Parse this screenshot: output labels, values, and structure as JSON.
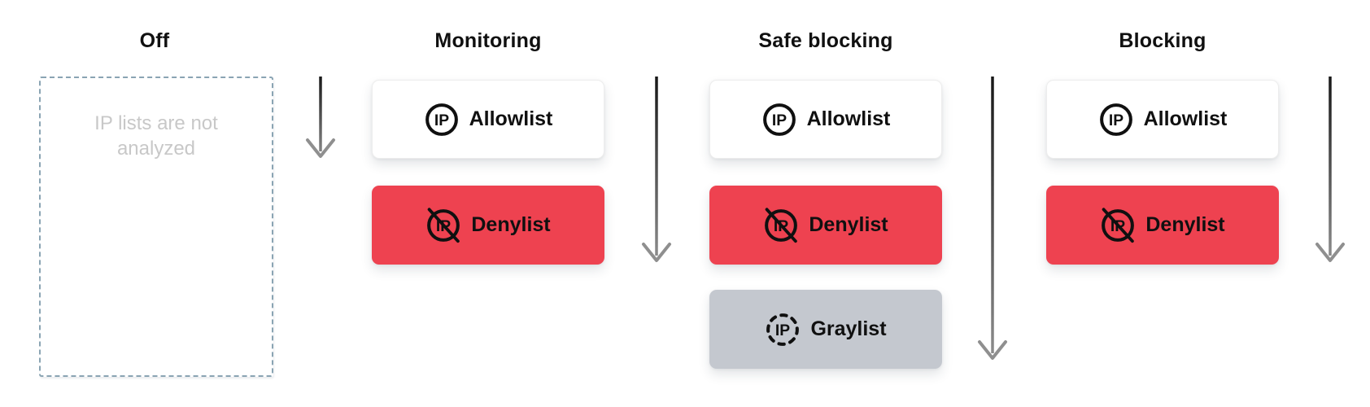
{
  "diagram": {
    "icon_glyph": "IP",
    "columns": [
      {
        "title": "Off",
        "placeholder_line1": "IP lists are not",
        "placeholder_line2": "analyzed",
        "cards": []
      },
      {
        "title": "Monitoring",
        "cards": [
          {
            "label": "Allowlist",
            "type": "allowlist"
          },
          {
            "label": "Denylist",
            "type": "denylist"
          }
        ]
      },
      {
        "title": "Safe blocking",
        "cards": [
          {
            "label": "Allowlist",
            "type": "allowlist"
          },
          {
            "label": "Denylist",
            "type": "denylist"
          },
          {
            "label": "Graylist",
            "type": "graylist"
          }
        ]
      },
      {
        "title": "Blocking",
        "cards": [
          {
            "label": "Allowlist",
            "type": "allowlist"
          },
          {
            "label": "Denylist",
            "type": "denylist"
          }
        ]
      }
    ],
    "colors": {
      "text": "#101010",
      "deny_bg": "#ee4250",
      "gray_bg": "#c4c8cf",
      "allow_bg": "#ffffff",
      "allow_border": "#ededed",
      "dashed_border": "#8aa4b3",
      "placeholder_text": "#c8c8c8",
      "arrow_start": "#161616",
      "arrow_end": "#8f8f8f"
    }
  }
}
